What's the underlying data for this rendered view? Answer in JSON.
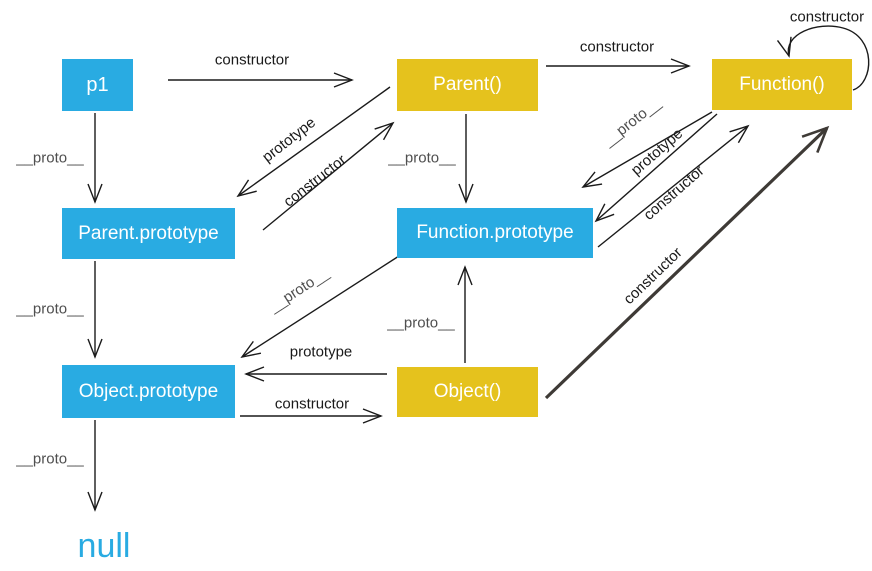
{
  "nodes": {
    "p1": {
      "label": "p1"
    },
    "parent_fn": {
      "label": "Parent()"
    },
    "function_fn": {
      "label": "Function()"
    },
    "parent_prototype": {
      "label": "Parent.prototype"
    },
    "function_prototype": {
      "label": "Function.prototype"
    },
    "object_prototype": {
      "label": "Object.prototype"
    },
    "object_fn": {
      "label": "Object()"
    },
    "null_value": {
      "label": "null"
    }
  },
  "edges": {
    "p1_to_parent": {
      "from": "p1",
      "to": "parent_fn",
      "label": "constructor"
    },
    "p1_to_parent_prototype": {
      "from": "p1",
      "to": "parent_prototype",
      "label": "__proto__"
    },
    "parent_to_parent_prototype": {
      "from": "parent_fn",
      "to": "parent_prototype",
      "label": "prototype"
    },
    "parent_prototype_to_parent": {
      "from": "parent_prototype",
      "to": "parent_fn",
      "label": "constructor"
    },
    "parent_to_function_prototype": {
      "from": "parent_fn",
      "to": "function_prototype",
      "label": "__proto__"
    },
    "parent_to_function": {
      "from": "parent_fn",
      "to": "function_fn",
      "label": "constructor"
    },
    "function_self_loop": {
      "from": "function_fn",
      "to": "function_fn",
      "label": "constructor"
    },
    "function_to_function_prototype_proto": {
      "from": "function_fn",
      "to": "function_prototype",
      "label": "__proto__"
    },
    "function_to_function_prototype_prototype": {
      "from": "function_fn",
      "to": "function_prototype",
      "label": "prototype"
    },
    "function_prototype_to_function": {
      "from": "function_prototype",
      "to": "function_fn",
      "label": "constructor"
    },
    "function_prototype_to_object_prototype": {
      "from": "function_prototype",
      "to": "object_prototype",
      "label": "__proto__"
    },
    "parent_prototype_to_object_prototype": {
      "from": "parent_prototype",
      "to": "object_prototype",
      "label": "__proto__"
    },
    "object_to_function_prototype": {
      "from": "object_fn",
      "to": "function_prototype",
      "label": "__proto__"
    },
    "object_to_object_prototype": {
      "from": "object_fn",
      "to": "object_prototype",
      "label": "prototype"
    },
    "object_prototype_to_object": {
      "from": "object_prototype",
      "to": "object_fn",
      "label": "constructor"
    },
    "object_prototype_to_null": {
      "from": "object_prototype",
      "to": "null_value",
      "label": "__proto__"
    },
    "object_to_function": {
      "from": "object_fn",
      "to": "function_fn",
      "label": "constructor"
    }
  },
  "colors": {
    "instance_box": "#29abe2",
    "function_box": "#e5c21d",
    "box_text": "#ffffff",
    "label_dark": "#1a1a1a",
    "label_proto": "#4f4f4f",
    "thick_arrow": "#3e3a36",
    "null_text": "#29abe2"
  }
}
